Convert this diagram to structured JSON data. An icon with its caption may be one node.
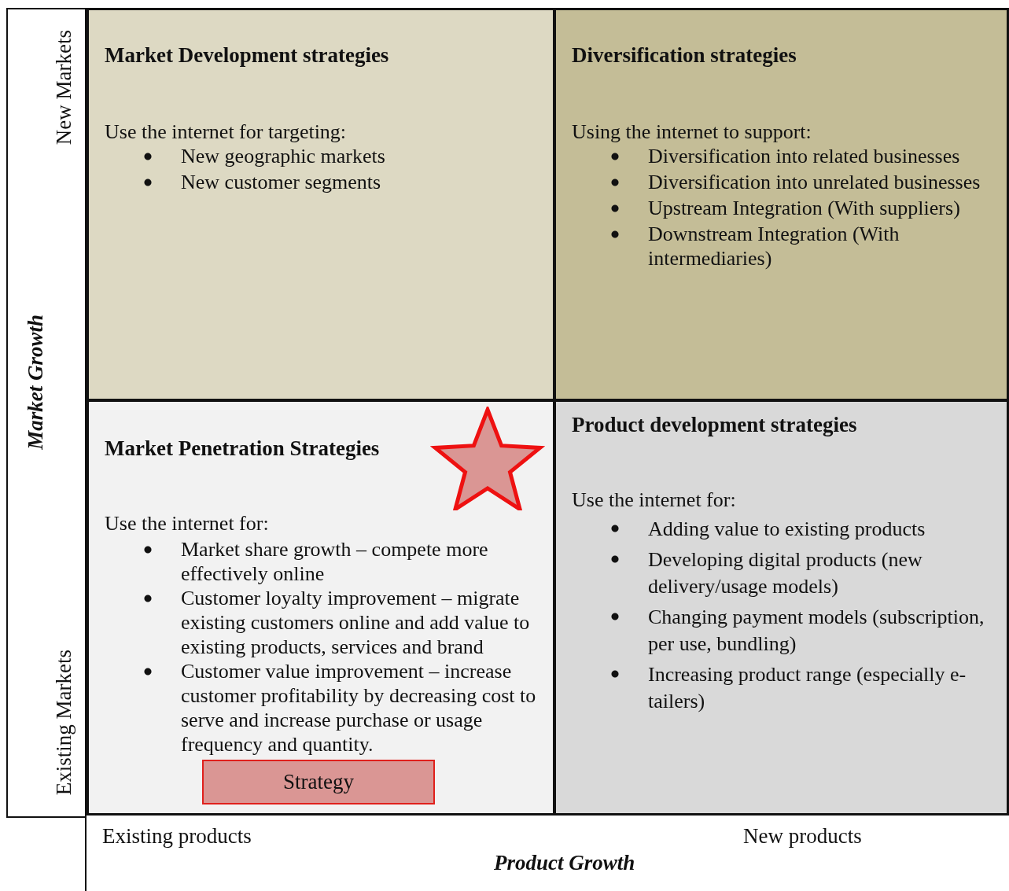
{
  "diagram": {
    "nodes": [
      {
        "text": [
          "Market Development strategies",
          "Use the internet for targeting:",
          "New geographic markets",
          "New customer segments"
        ]
      },
      {
        "text": [
          "Diversification strategies",
          "Using the internet to support:",
          "Diversification into related businesses",
          "Diversification into unrelated businesses",
          "Upstream Integration (With suppliers)",
          "Downstream Integration (With intermediaries)"
        ]
      },
      {
        "text": [
          "Market Penetration Strategies",
          "Use the internet for:",
          "Market share growth – compete more effectively online",
          "Customer loyalty improvement – migrate existing customers online and add value to existing products, services and brand",
          "Customer value improvement – increase customer profitability by decreasing cost to serve and increase purchase or usage frequency and quantity."
        ]
      },
      {
        "text": [
          "Product development strategies",
          "Use the internet for:",
          "Adding value to existing products",
          "Developing digital products (new delivery/usage models)",
          "Changing payment models (subscription, per use, bundling)",
          "Increasing product range (especially e-tailers)"
        ]
      },
      {
        "text": [
          "Strategy"
        ],
        "in": 2
      }
    ],
    "edges": [],
    "labels": [
      "New Markets",
      "Market Growth",
      "Existing Markets",
      "Existing products",
      "New products",
      "Product Growth"
    ]
  }
}
